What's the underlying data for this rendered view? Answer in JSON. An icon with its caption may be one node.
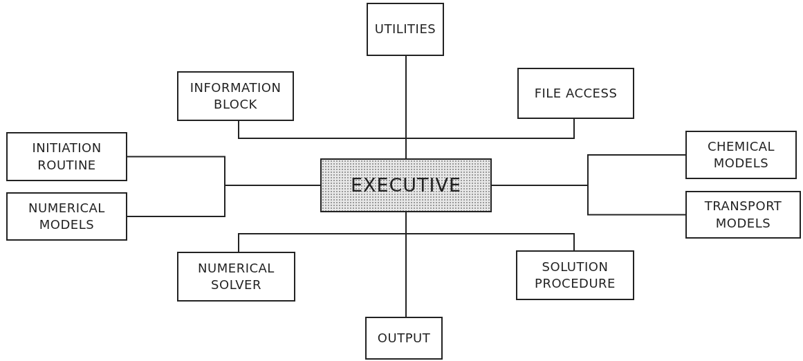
{
  "diagram": {
    "nodes": [
      {
        "text": [
          "EXECUTIVE"
        ]
      },
      {
        "text": [
          "UTILITIES"
        ]
      },
      {
        "text": [
          "INFORMATION BLOCK"
        ]
      },
      {
        "text": [
          "FILE ACCESS"
        ]
      },
      {
        "text": [
          "INITIATION ROUTINE"
        ]
      },
      {
        "text": [
          "NUMERICAL MODELS"
        ]
      },
      {
        "text": [
          "CHEMICAL MODELS"
        ]
      },
      {
        "text": [
          "TRANSPORT MODELS"
        ]
      },
      {
        "text": [
          "NUMERICAL SOLVER"
        ]
      },
      {
        "text": [
          "SOLUTION PROCEDURE"
        ]
      },
      {
        "text": [
          "OUTPUT"
        ]
      }
    ],
    "edges": [
      {
        "from": 1,
        "to": 0,
        "arrow": "none"
      },
      {
        "from": 2,
        "to": 0,
        "arrow": "none"
      },
      {
        "from": 3,
        "to": 0,
        "arrow": "none"
      },
      {
        "from": 4,
        "to": 0,
        "arrow": "none"
      },
      {
        "from": 5,
        "to": 0,
        "arrow": "none"
      },
      {
        "from": 6,
        "to": 0,
        "arrow": "none"
      },
      {
        "from": 7,
        "to": 0,
        "arrow": "none"
      },
      {
        "from": 8,
        "to": 0,
        "arrow": "none"
      },
      {
        "from": 9,
        "to": 0,
        "arrow": "none"
      },
      {
        "from": 10,
        "to": 0,
        "arrow": "none"
      }
    ]
  }
}
